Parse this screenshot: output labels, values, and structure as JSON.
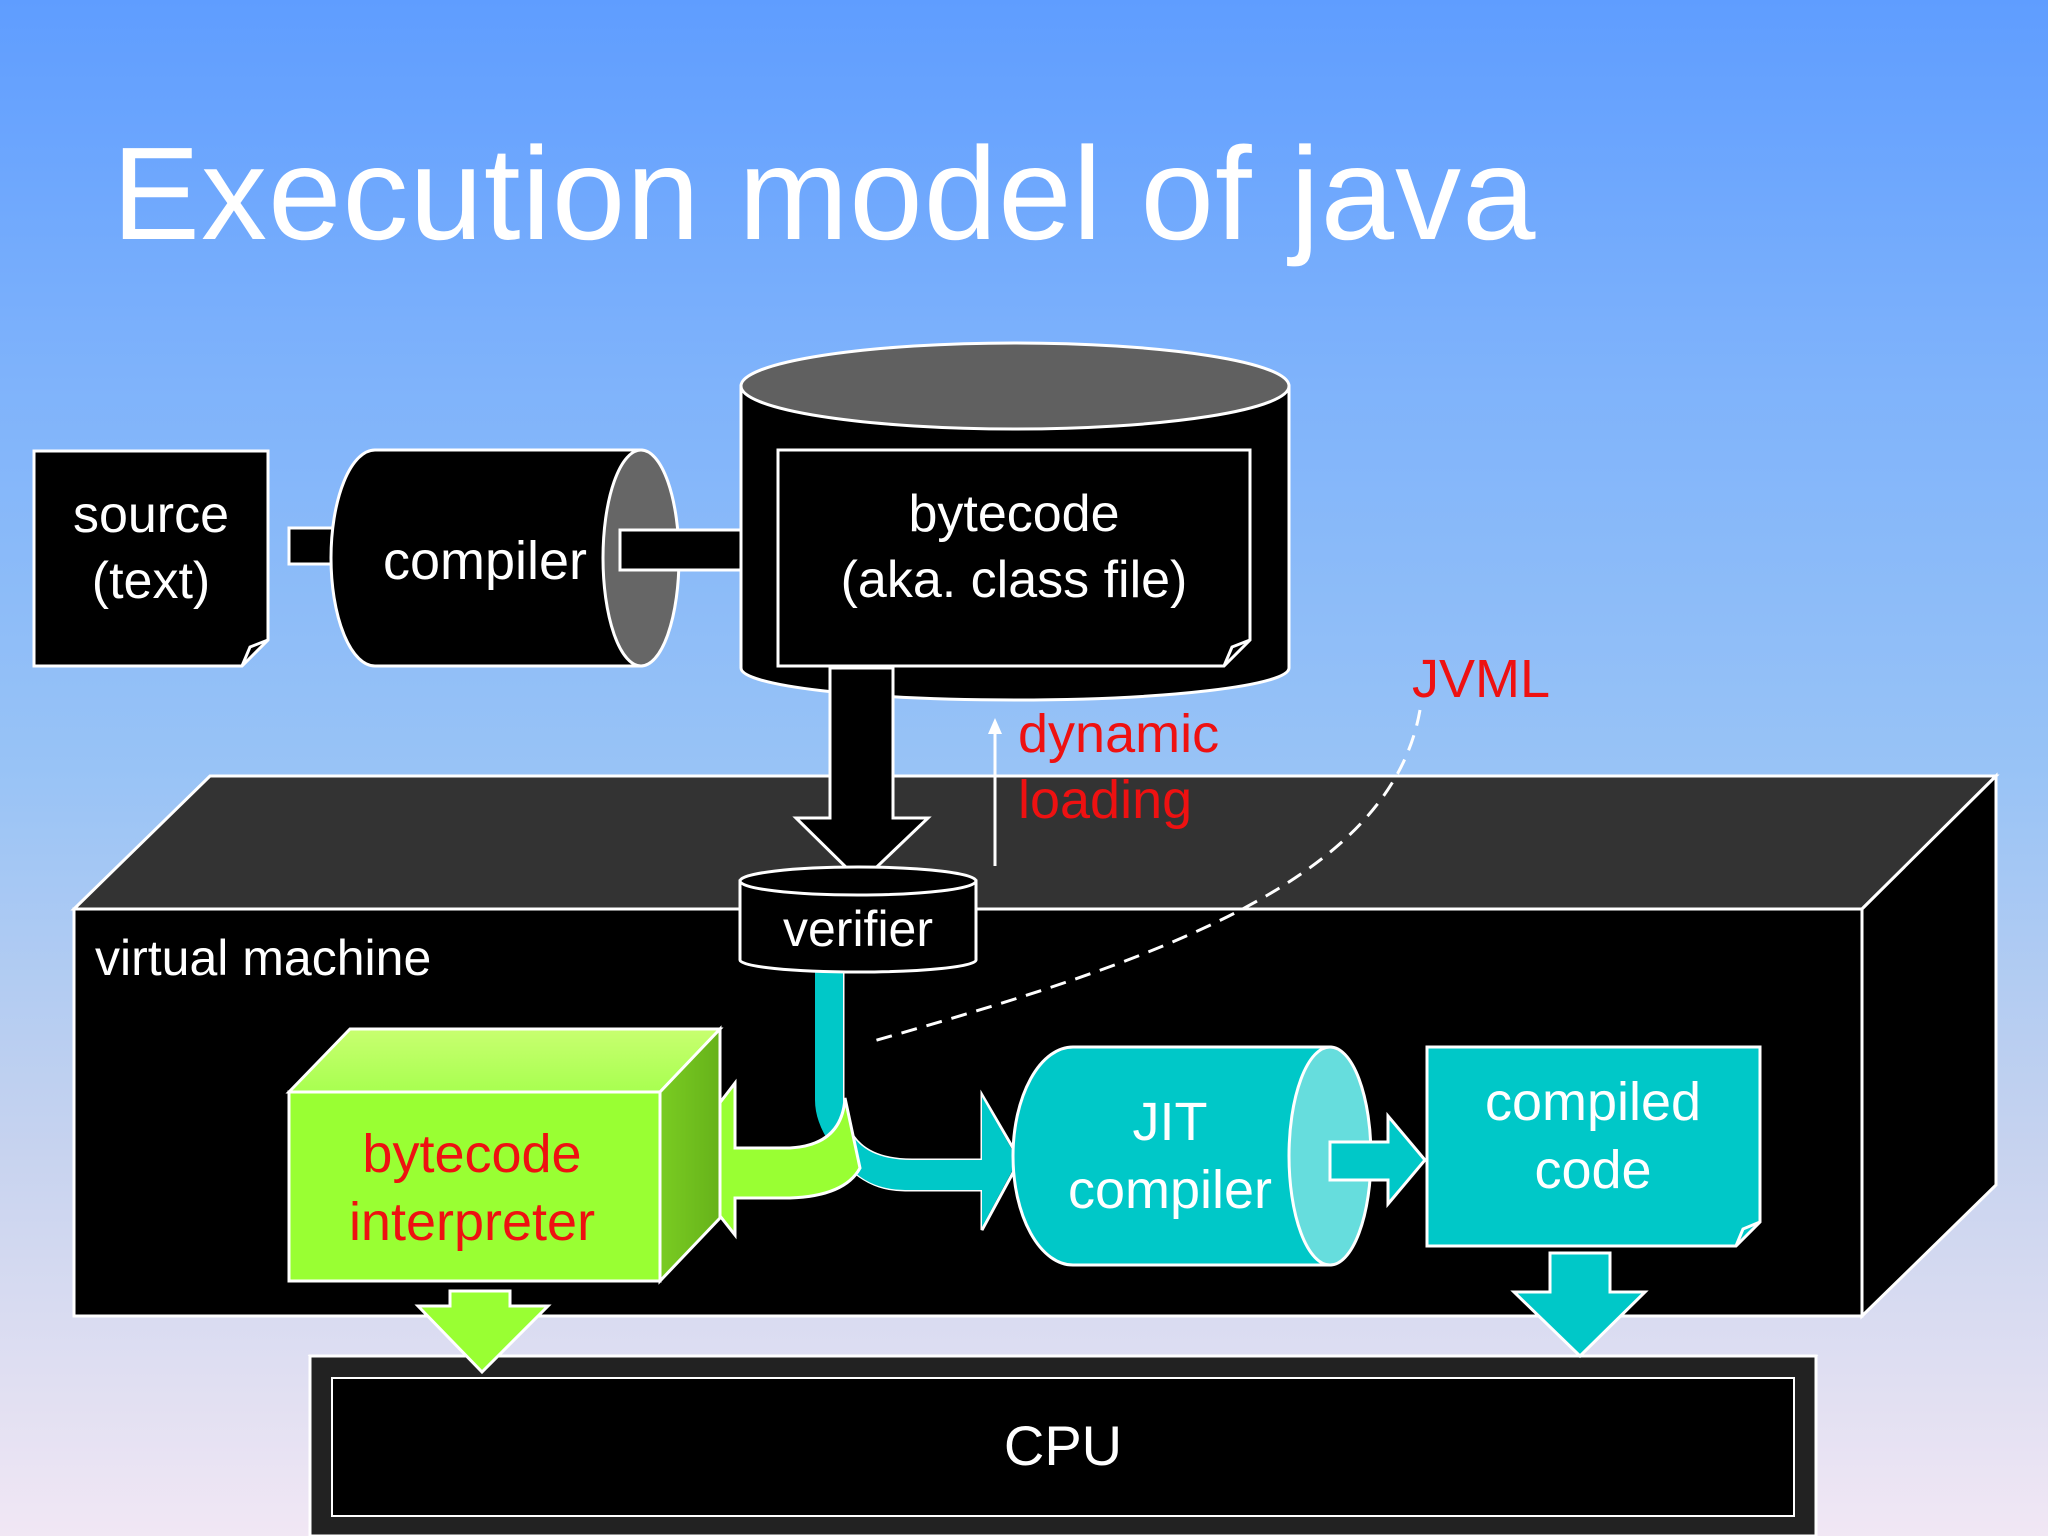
{
  "slide": {
    "title": "Execution model of java"
  },
  "diagram": {
    "source": {
      "line1": "source",
      "line2": "(text)"
    },
    "compiler": {
      "label": "compiler"
    },
    "bytecode": {
      "line1": "bytecode",
      "line2": "(aka. class file)"
    },
    "dynamic_loading": {
      "line1": "dynamic",
      "line2": "loading"
    },
    "jvml": {
      "label": "JVML"
    },
    "virtual_machine": {
      "label": "virtual machine"
    },
    "verifier": {
      "label": "verifier"
    },
    "interpreter": {
      "line1": "bytecode",
      "line2": "interpreter"
    },
    "jit_compiler": {
      "line1": "JIT",
      "line2": "compiler"
    },
    "compiled_code": {
      "line1": "compiled",
      "line2": "code"
    },
    "cpu": {
      "label": "CPU"
    }
  },
  "colors": {
    "black_shape": "#000000",
    "cylinder_top": "#606060",
    "vm_top": "#333333",
    "green": "#99ff33",
    "teal": "#00c8c8",
    "red_text": "#ee1111"
  }
}
